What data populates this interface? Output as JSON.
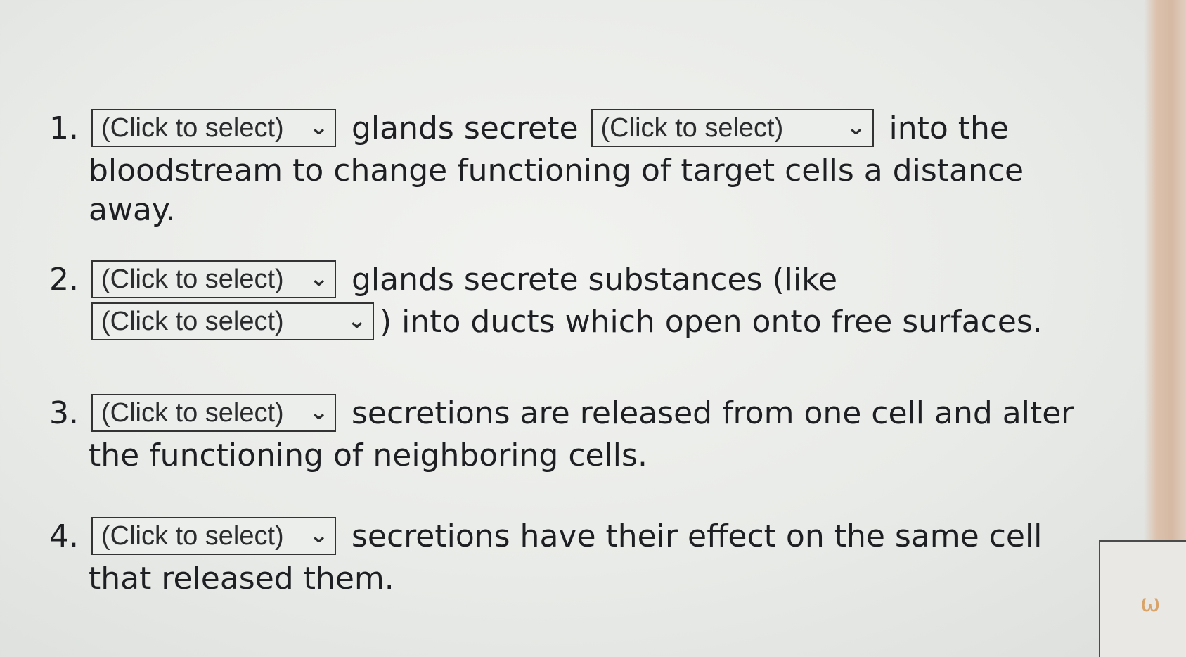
{
  "questions": [
    {
      "number": "1.",
      "parts": [
        {
          "type": "select",
          "value": "(Click to select)",
          "size": "sm"
        },
        {
          "type": "text",
          "value": " glands secrete "
        },
        {
          "type": "select",
          "value": "(Click to select)",
          "size": "lg"
        },
        {
          "type": "text",
          "value": " into the bloodstream to change functioning of target cells a distance away."
        }
      ]
    },
    {
      "number": "2.",
      "parts": [
        {
          "type": "select",
          "value": "(Click to select)",
          "size": "sm"
        },
        {
          "type": "text",
          "value": " glands secrete substances (like "
        },
        {
          "type": "select",
          "value": "(Click to select)",
          "size": "lg"
        },
        {
          "type": "text",
          "value": ") into ducts which open onto free surfaces."
        }
      ]
    },
    {
      "number": "3.",
      "parts": [
        {
          "type": "select",
          "value": "(Click to select)",
          "size": "sm"
        },
        {
          "type": "text",
          "value": " secretions are released from one cell and alter the functioning of neighboring cells."
        }
      ]
    },
    {
      "number": "4.",
      "parts": [
        {
          "type": "select",
          "value": "(Click to select)",
          "size": "sm"
        },
        {
          "type": "text",
          "value": " secretions have their effect on the same cell that released them."
        }
      ]
    }
  ],
  "icons": {
    "dropdown_chevron": "chevron-down-icon"
  }
}
